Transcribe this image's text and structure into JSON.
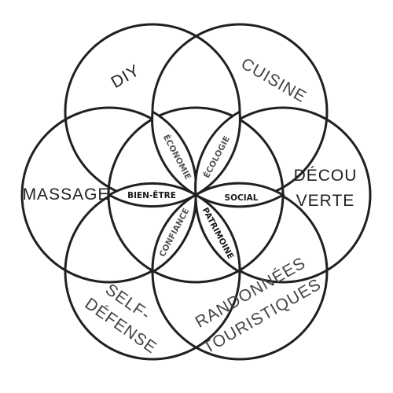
{
  "outer_labels": {
    "diy": "DIY",
    "cuisine": "CUISINE",
    "decouverte_line1": "DÉCOU",
    "decouverte_line2": "VERTE",
    "massage": "MASSAGE",
    "self_defense_line1": "SELF-",
    "self_defense_line2": "DÉFENSE",
    "randonnees_line1": "RANDONNÉES",
    "randonnees_line2": "TOURISTIQUES"
  },
  "inner_labels": {
    "economie": "ÉCONOMIE",
    "ecologie": "ÉCOLOGIE",
    "bien_etre": "BIEN-ÊTRE",
    "social": "SOCIAL",
    "confiance": "CONFIANCE",
    "patrimoine": "PATRIMOINE"
  },
  "colors": {
    "stroke": "#231f20",
    "text_dark": "#231f20",
    "text_grey": "#444444"
  }
}
